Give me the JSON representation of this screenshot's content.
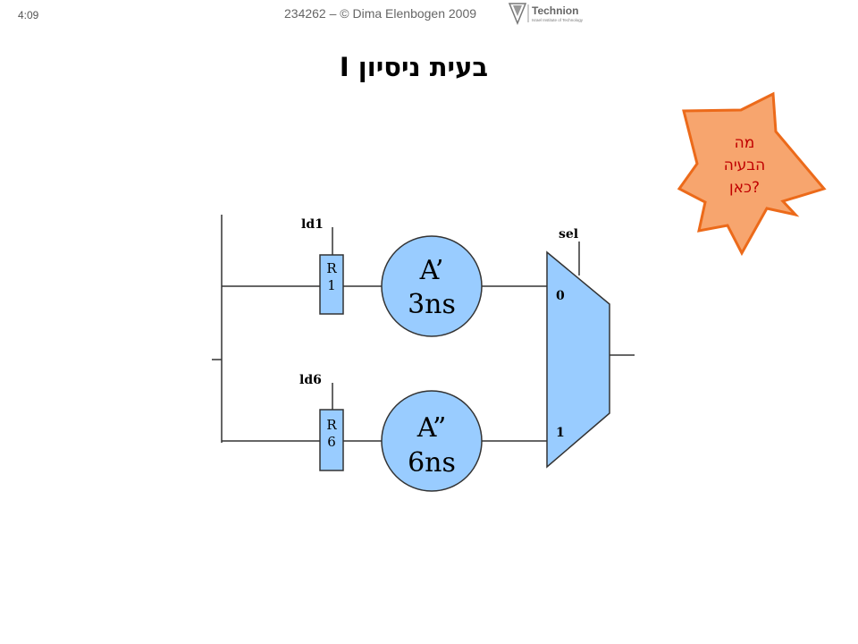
{
  "slide": {
    "number": "4:09",
    "header": "234262 – © Dima Elenbogen 2009",
    "logo_name": "Technion",
    "logo_subtitle": "Israel Institute of Technology",
    "title": "בעית ניסיון I"
  },
  "callout": {
    "lines": [
      "מה",
      "הבעיה",
      "?כאן"
    ],
    "fill": "#f7a56e",
    "stroke": "#ec6a1a",
    "text_color": "#c00000"
  },
  "diagram": {
    "blocks": [
      {
        "name": "register-r1",
        "label_line1": "R",
        "label_line2": "1",
        "load_signal": "ld1"
      },
      {
        "name": "register-r6",
        "label_line1": "R",
        "label_line2": "6",
        "load_signal": "ld6"
      }
    ],
    "units": [
      {
        "name": "unit-a-prime",
        "label": "A’",
        "delay": "3ns"
      },
      {
        "name": "unit-a-double-prime",
        "label": "A”",
        "delay": "6ns"
      }
    ],
    "mux": {
      "select_signal": "sel",
      "input0": "0",
      "input1": "1"
    },
    "fill_color": "#99ccff",
    "stroke_color": "#333333"
  }
}
